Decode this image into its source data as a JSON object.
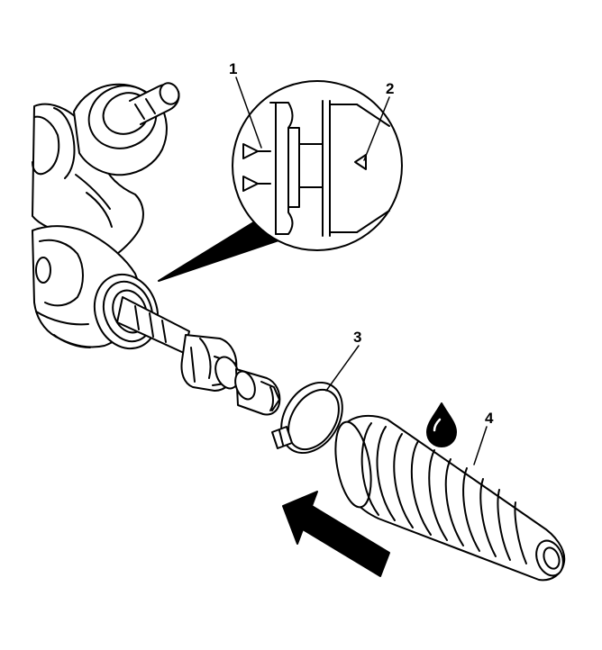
{
  "callouts": [
    {
      "id": "1",
      "label": "1"
    },
    {
      "id": "2",
      "label": "2"
    },
    {
      "id": "3",
      "label": "3"
    },
    {
      "id": "4",
      "label": "4"
    }
  ],
  "colors": {
    "line": "#000000",
    "fill": "#ffffff",
    "arrow": "#000000"
  },
  "icons": {
    "fluid_drop": "fluid-drop-icon",
    "direction_arrow": "install-direction-arrow-icon"
  }
}
